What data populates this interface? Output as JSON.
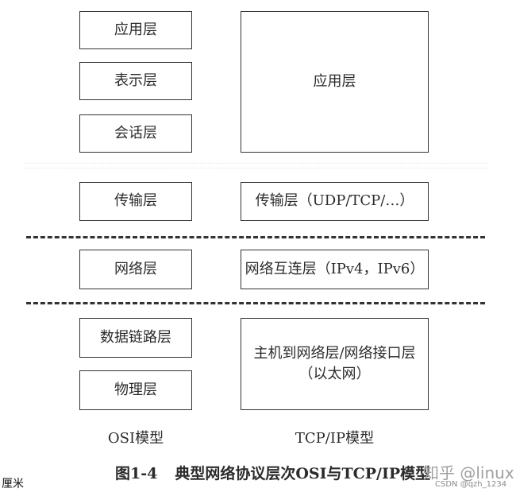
{
  "osi_layers": [
    "应用层",
    "表示层",
    "会话层",
    "传输层",
    "网络层",
    "数据链路层",
    "物理层"
  ],
  "tcpip_layers": [
    {
      "line1": "应用层",
      "line2": ""
    },
    {
      "line1": "传输层（UDP/TCP/…）",
      "line2": ""
    },
    {
      "line1": "网络互连层（IPv4，IPv6）",
      "line2": ""
    },
    {
      "line1": "主机到网络层/网络接口层",
      "line2": "（以太网）"
    }
  ],
  "labels": {
    "osi": "OSI模型",
    "tcpip": "TCP/IP模型"
  },
  "caption": {
    "number": "图1-4",
    "text": "典型网络协议层次OSI与TCP/IP模型"
  },
  "watermarks": {
    "zhihu": "知乎 @linux",
    "csdn": "CSDN @qzh_1234"
  },
  "corner_text": "厘米"
}
